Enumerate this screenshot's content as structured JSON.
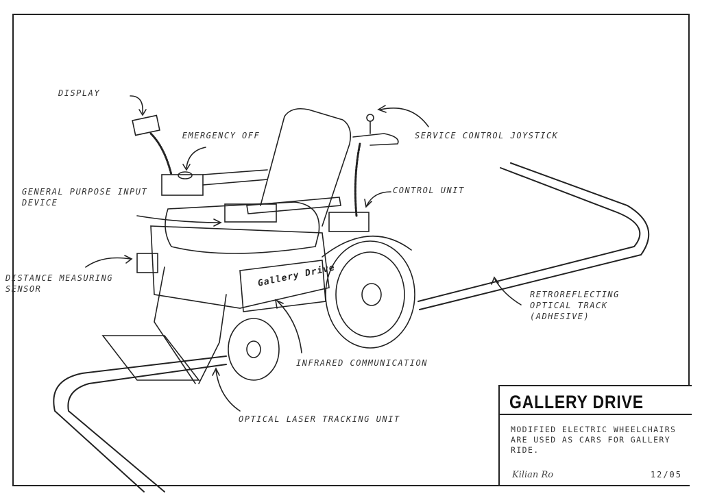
{
  "labels": {
    "display": "Display",
    "emergency_off": "Emergency Off",
    "general_purpose_input": "General Purpose Input Device",
    "distance_sensor": "Distance Measuring Sensor",
    "joystick": "Service Control Joystick",
    "control_unit": "Control Unit",
    "optical_track": "Retroreflecting Optical Track (Adhesive)",
    "infrared": "Infrared Communication",
    "laser_tracking": "Optical Laser Tracking Unit"
  },
  "chair_panel_text": "Gallery Drive",
  "title_block": {
    "title": "GALLERY DRIVE",
    "description": "Modified electric wheelchairs are used as cars for gallery ride.",
    "signature": "Kilian Ro",
    "date": "12/05"
  }
}
